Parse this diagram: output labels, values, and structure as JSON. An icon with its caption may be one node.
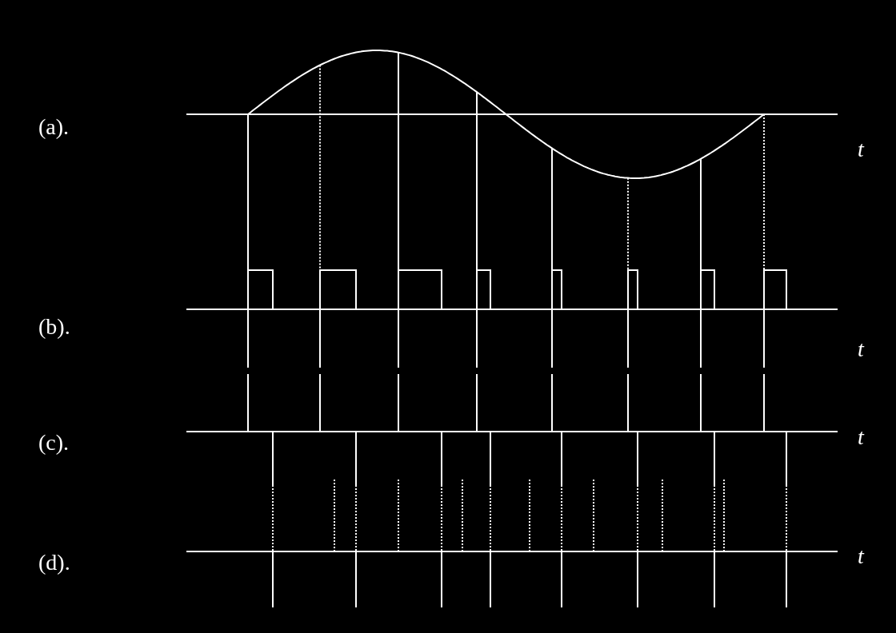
{
  "diagram": {
    "labels": [
      "(a).",
      "t",
      "(b).",
      "t",
      "(c).",
      "t",
      "(d).",
      "t"
    ]
  }
}
